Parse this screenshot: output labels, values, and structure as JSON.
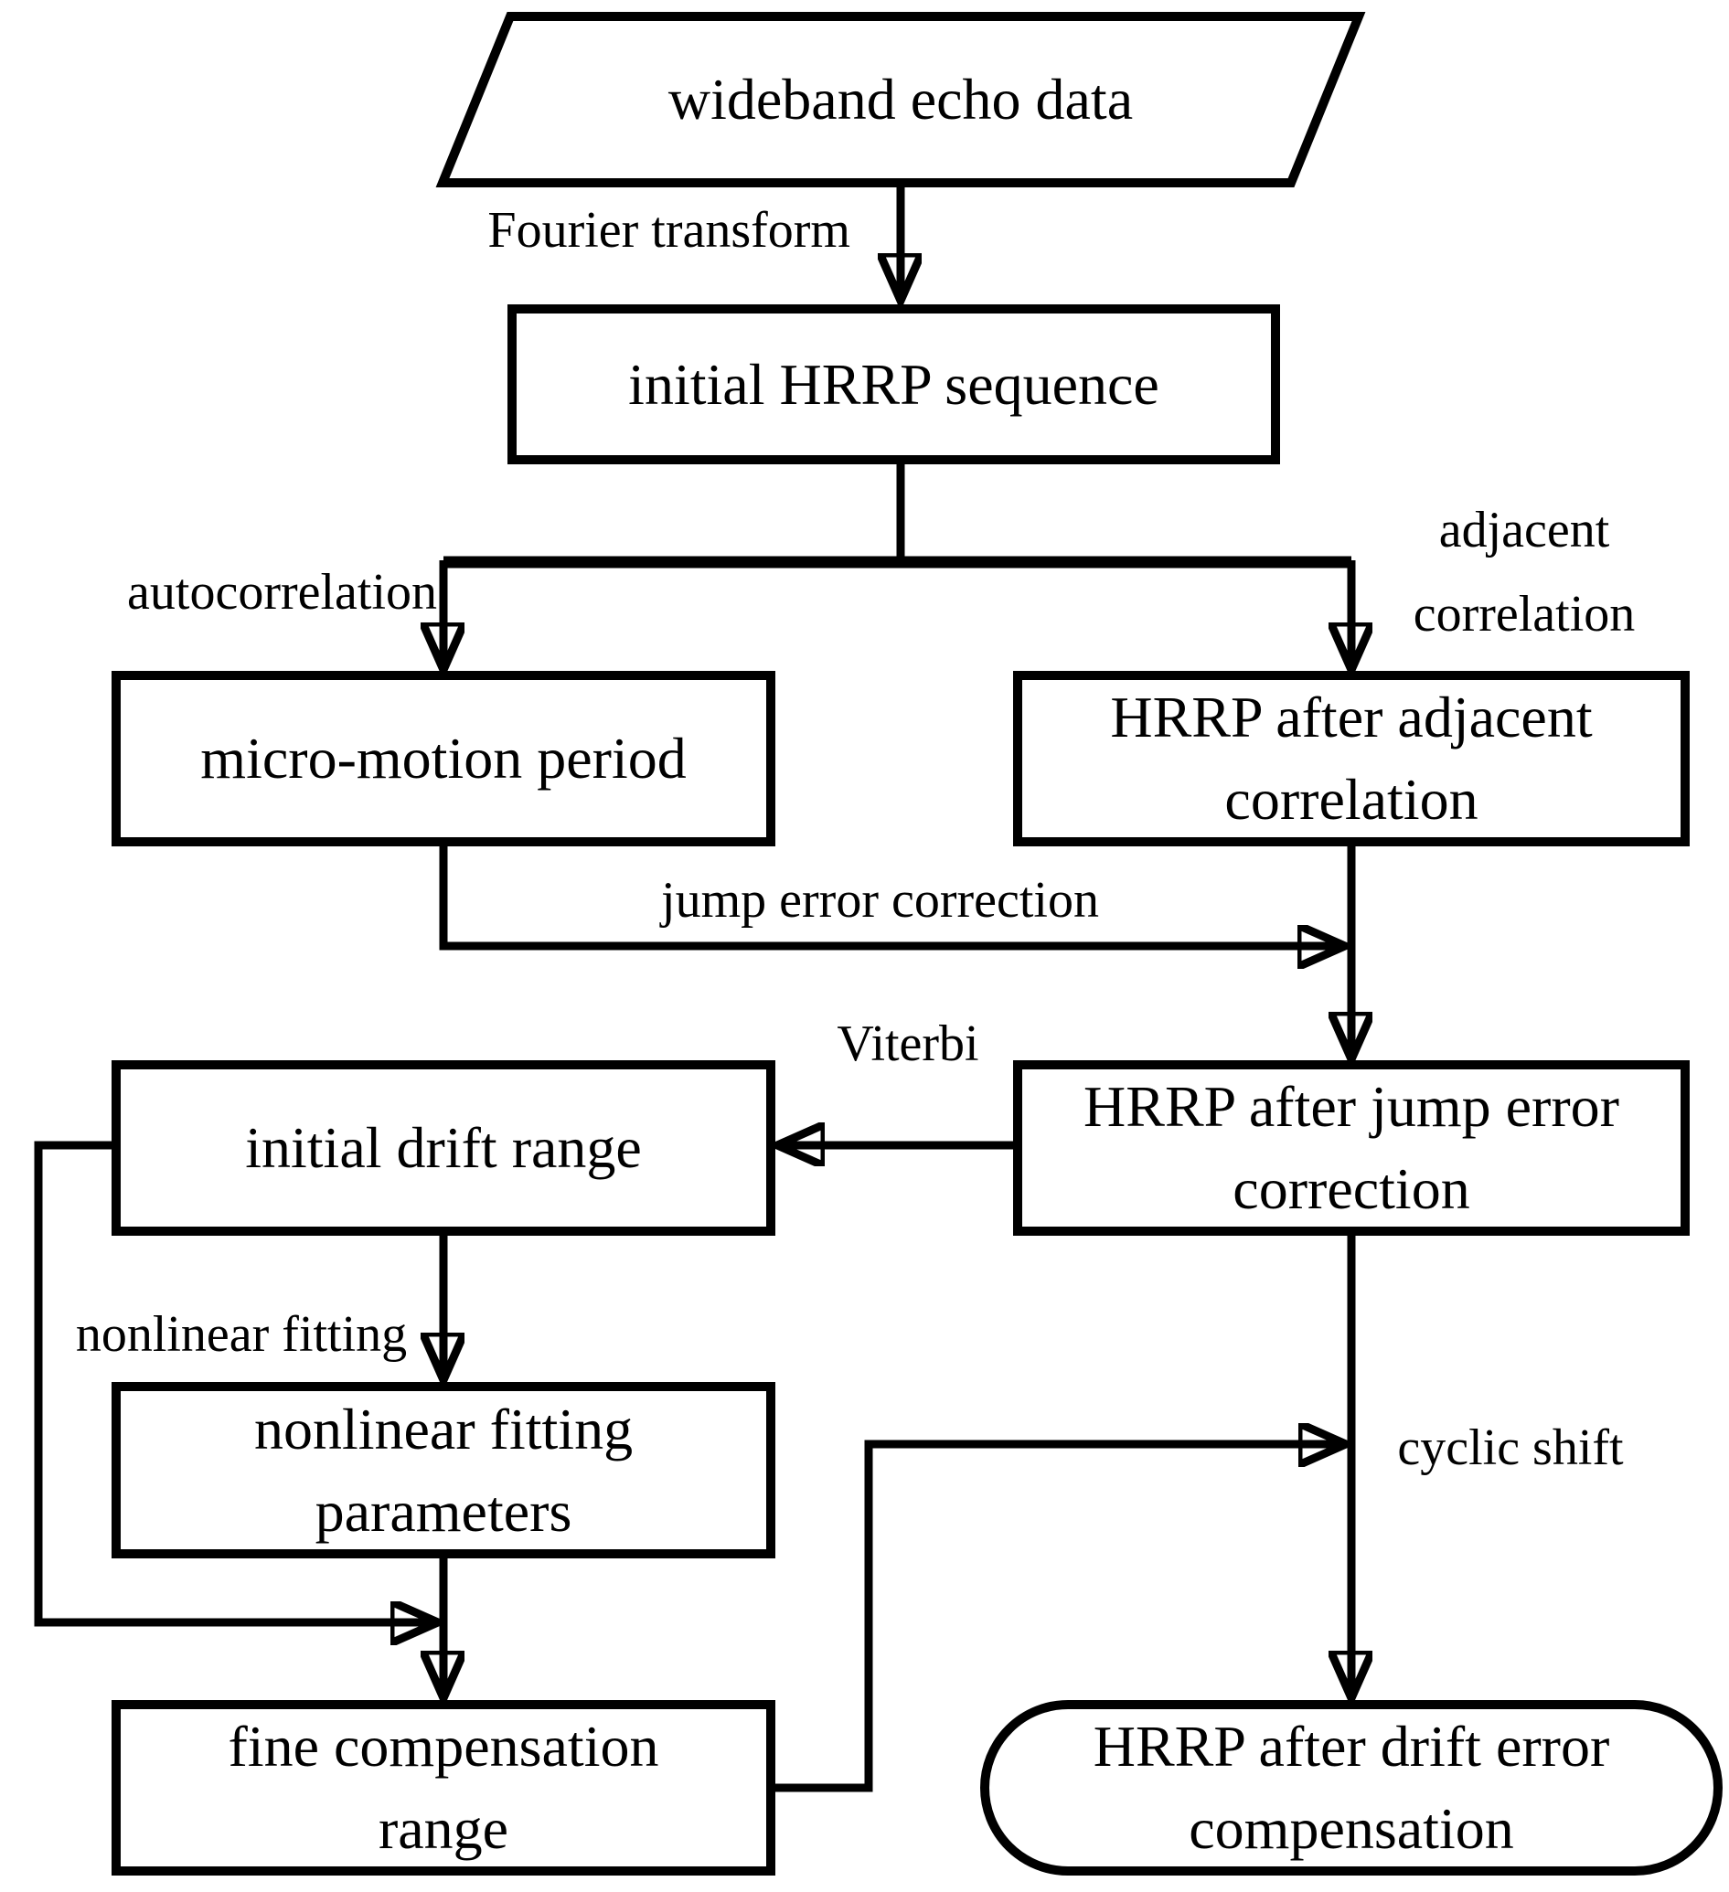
{
  "diagram": {
    "colors": {
      "line": "#000000",
      "background": "#ffffff"
    },
    "nodes": {
      "wideband": {
        "shape": "parallelogram",
        "label": "wideband echo data"
      },
      "initial_hrrp": {
        "shape": "rectangle",
        "label": "initial HRRP sequence"
      },
      "micro_motion": {
        "shape": "rectangle",
        "label": "micro-motion period"
      },
      "adjacent_corr": {
        "shape": "rectangle",
        "label": "HRRP after adjacent\ncorrelation"
      },
      "jump_error": {
        "shape": "rectangle",
        "label": "HRRP after jump error\ncorrection"
      },
      "initial_drift": {
        "shape": "rectangle",
        "label": "initial drift range"
      },
      "nonlinear_params": {
        "shape": "rectangle",
        "label": "nonlinear fitting\nparameters"
      },
      "fine_comp": {
        "shape": "rectangle",
        "label": "fine compensation\nrange"
      },
      "drift_comp": {
        "shape": "rounded-rectangle",
        "label": "HRRP after drift error\ncompensation"
      }
    },
    "edge_labels": {
      "fourier": "Fourier transform",
      "autocorrelation": "autocorrelation",
      "adjacent_correlation": "adjacent\ncorrelation",
      "jump_error_correction": "jump error correction",
      "viterbi": "Viterbi",
      "nonlinear_fitting": "nonlinear fitting",
      "cyclic_shift": "cyclic shift"
    }
  }
}
